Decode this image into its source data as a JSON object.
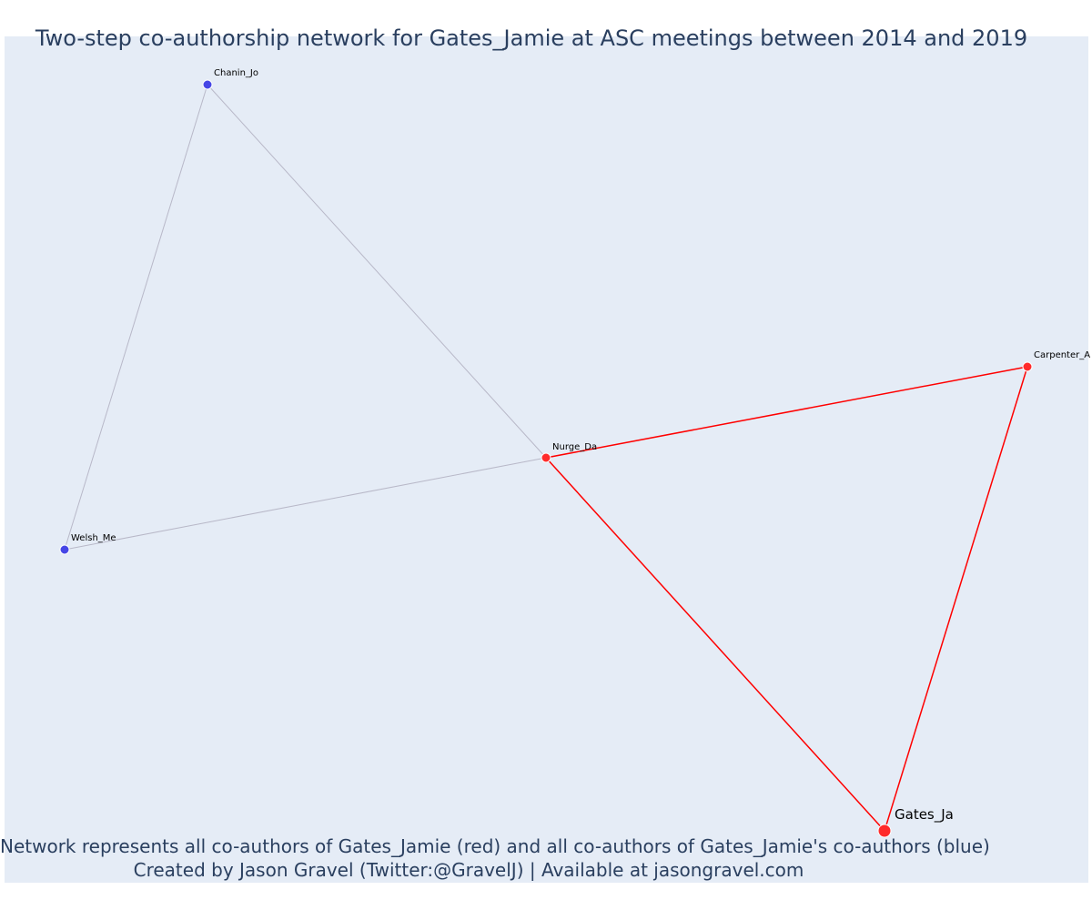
{
  "title": "Two-step co-authorship network for Gates_Jamie at ASC meetings between 2014 and 2019",
  "footer": {
    "line1": "Network represents all co-authors of Gates_Jamie (red) and all co-authors of Gates_Jamie's co-authors (blue)",
    "line2": "Created by Jason Gravel (Twitter:@GravelJ) | Available at jasongravel.com"
  },
  "colors": {
    "background": "#e5ecf6",
    "red_node": "#ff2b2b",
    "blue_node": "#4646e6",
    "red_edge": "#ff0000",
    "gray_edge": "#b8b8c8",
    "text": "#2a3f5f"
  },
  "nodes": [
    {
      "id": "chanin",
      "label": "Chanin_Jo",
      "group": "blue"
    },
    {
      "id": "welsh",
      "label": "Welsh_Me",
      "group": "blue"
    },
    {
      "id": "nurge",
      "label": "Nurge_Da",
      "group": "red"
    },
    {
      "id": "carpenter",
      "label": "Carpenter_A",
      "group": "red"
    },
    {
      "id": "gates",
      "label": "Gates_Ja",
      "group": "focal"
    }
  ],
  "edges": [
    {
      "source": "chanin",
      "target": "welsh",
      "color": "gray"
    },
    {
      "source": "chanin",
      "target": "nurge",
      "color": "gray"
    },
    {
      "source": "welsh",
      "target": "nurge",
      "color": "gray"
    },
    {
      "source": "nurge",
      "target": "carpenter",
      "color": "red"
    },
    {
      "source": "nurge",
      "target": "gates",
      "color": "red"
    },
    {
      "source": "carpenter",
      "target": "gates",
      "color": "red"
    }
  ]
}
